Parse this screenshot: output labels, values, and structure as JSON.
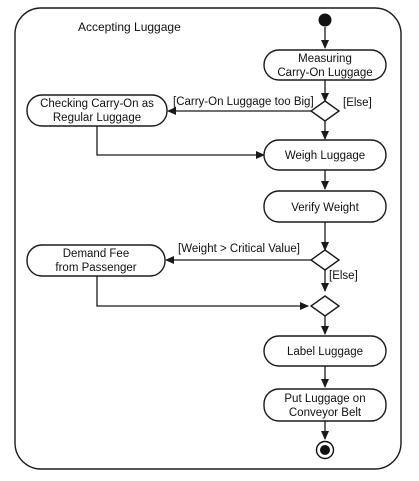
{
  "diagram": {
    "title": "Accepting Luggage",
    "nodes": {
      "measure": [
        "Measuring",
        "Carry-On Luggage"
      ],
      "checking": [
        "Checking Carry-On as",
        "Regular Luggage"
      ],
      "weigh": [
        "Weigh Luggage"
      ],
      "verify": [
        "Verify Weight"
      ],
      "demand": [
        "Demand Fee",
        "from Passenger"
      ],
      "label": [
        "Label Luggage"
      ],
      "conveyor": [
        "Put Luggage on",
        "Conveyor Belt"
      ]
    },
    "guards": {
      "too_big": "[Carry-On Luggage too Big]",
      "else1": "[Else]",
      "critical": "[Weight > Critical Value]",
      "else2": "[Else]"
    }
  }
}
